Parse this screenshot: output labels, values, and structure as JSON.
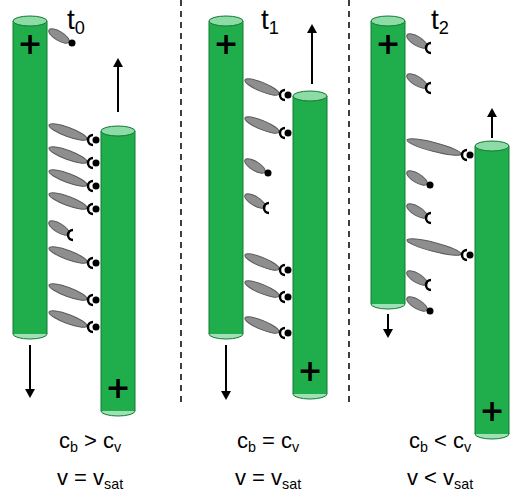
{
  "diagram": {
    "nodes": [
      {
        "text": [
          "+"
        ]
      },
      {
        "text": [
          "+"
        ]
      },
      {
        "text": [
          "+"
        ]
      },
      {
        "text": [
          "+"
        ]
      },
      {
        "text": [
          "+"
        ]
      },
      {
        "text": [
          "+"
        ]
      }
    ],
    "labels": [
      "t0",
      "t1",
      "t2",
      "cb > cv",
      "v = vsat",
      "cb = cv",
      "v = vsat",
      "cb < cv",
      "v < vsat"
    ]
  }
}
